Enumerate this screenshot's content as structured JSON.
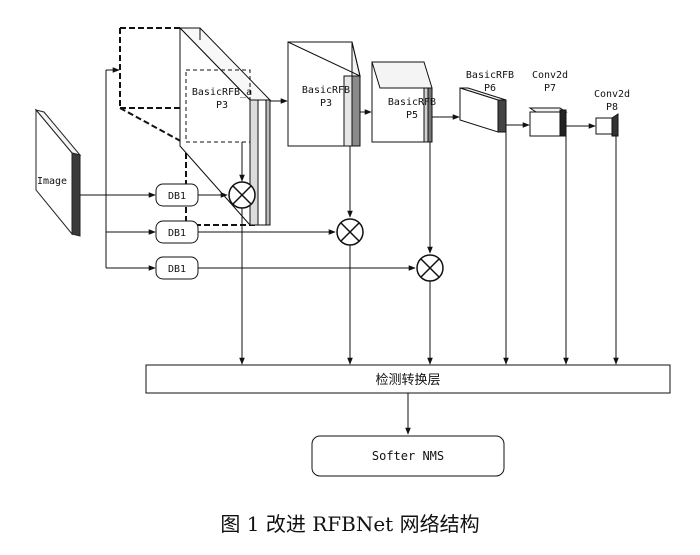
{
  "diagram": {
    "input_label": "Image",
    "blocks": [
      {
        "id": "basicrfb_a_p3",
        "line1": "BasicRFB_a",
        "line2": "P3"
      },
      {
        "id": "basicrfb_p3",
        "line1": "BasicRFB",
        "line2": "P3"
      },
      {
        "id": "basicrfb_p5",
        "line1": "BasicRFB",
        "line2": "P5"
      },
      {
        "id": "basicrfb_p6",
        "line1": "BasicRFB",
        "line2": "P6"
      },
      {
        "id": "conv2d_p7",
        "line1": "Conv2d",
        "line2": "P7"
      },
      {
        "id": "conv2d_p8",
        "line1": "Conv2d",
        "line2": "P8"
      }
    ],
    "db_labels": [
      "DB1",
      "DB1",
      "DB1"
    ],
    "detection_layer": "检测转换层",
    "nms_label": "Softer NMS"
  },
  "caption": "图 1  改进 RFBNet 网络结构"
}
